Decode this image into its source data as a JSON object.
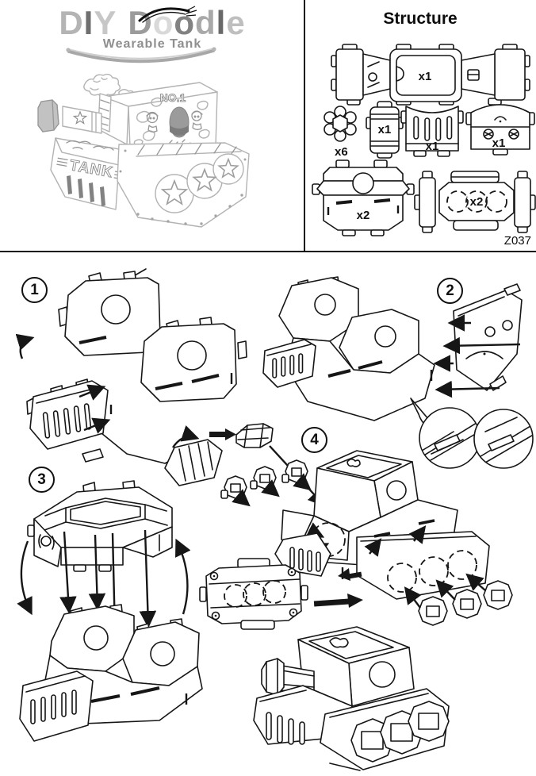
{
  "header": {
    "logo": {
      "letters": [
        {
          "ch": "D",
          "color": "#b4b4b4"
        },
        {
          "ch": "I",
          "color": "#6f6f6f"
        },
        {
          "ch": "Y",
          "color": "#c7c7c7"
        },
        {
          "ch": "D",
          "color": "#9b9b9b"
        },
        {
          "ch": "o",
          "color": "#d9d9d9"
        },
        {
          "ch": "o",
          "color": "#828282"
        },
        {
          "ch": "d",
          "color": "#a9a9a9"
        },
        {
          "ch": "l",
          "color": "#696969"
        },
        {
          "ch": "e",
          "color": "#bfbfbf"
        }
      ],
      "subtitle": "Wearable Tank"
    },
    "hero_tank_decals": {
      "turret_number": "NO.1",
      "hull_side": "TANK"
    }
  },
  "structure_panel": {
    "title": "Structure",
    "code": "Z037",
    "parts": [
      {
        "name": "hull-top-wrap",
        "qty": "x1"
      },
      {
        "name": "gear-wheel",
        "qty": "x6"
      },
      {
        "name": "barrel-tube",
        "qty": "x1"
      },
      {
        "name": "front-grille",
        "qty": "x1"
      },
      {
        "name": "rear-panel",
        "qty": "x1"
      },
      {
        "name": "turret-shell",
        "qty": "x2"
      },
      {
        "name": "track-frame",
        "qty": "x2"
      }
    ]
  },
  "assembly_steps": [
    {
      "number": "1"
    },
    {
      "number": "2"
    },
    {
      "number": "3"
    },
    {
      "number": "4"
    }
  ],
  "colors": {
    "line_art": "#161616",
    "hero_line_art": "#b3b3b3",
    "divider": "#111111",
    "logo_subtitle": "#8f8f8f"
  }
}
